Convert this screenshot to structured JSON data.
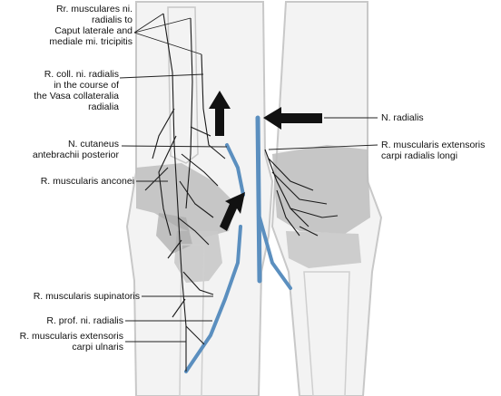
{
  "labels": {
    "rr_musculares": "Rr. musculares ni.\nradialis to\nCaput laterale and\nmediale mi. tricipitis",
    "r_coll_radialis": "R. coll. ni. radialis\nin the course of\nthe Vasa collateralia\nradialia",
    "n_cutaneus": "N. cutaneus\nantebrachii posterior",
    "r_anconei": "R. muscularis anconei",
    "r_supinatoris": "R. muscularis supinatoris",
    "r_prof": "R. prof. ni. radialis",
    "r_ext_carpi_ulnaris": "R. muscularis extensoris\ncarpi ulnaris",
    "n_radialis": "N. radialis",
    "r_ext_carpi_radialis": "R. muscularis extensoris\ncarpi radialis longi"
  },
  "colors": {
    "background": "#ffffff",
    "limb_fill": "#f3f3f3",
    "limb_outline": "#c8c8c8",
    "muscle_fill": "#bdbdbd",
    "nerve_blue": "#5b8fbf",
    "nerve_black": "#1a1a1a",
    "arrow": "#111111",
    "leader": "#222222"
  }
}
